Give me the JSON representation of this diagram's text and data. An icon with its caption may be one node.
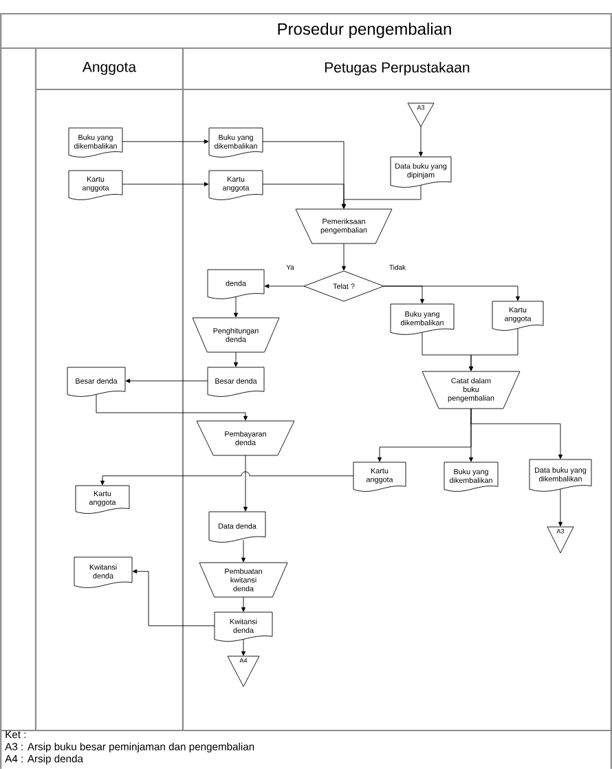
{
  "diagram": {
    "nodes": [
      {
        "text": [
          "Prosedur pengembalian"
        ]
      },
      {
        "text": [
          "Anggota"
        ],
        "in": 0
      },
      {
        "text": [
          "Petugas Perpustakaan"
        ],
        "in": 0
      },
      {
        "text": [
          "A3"
        ],
        "in": 2
      },
      {
        "text": [
          "Buku yang dikembalikan"
        ],
        "in": 1
      },
      {
        "text": [
          "Buku yang dikembalikan"
        ],
        "in": 2
      },
      {
        "text": [
          "Data buku yang dipinjam"
        ],
        "in": 2
      },
      {
        "text": [
          "Kartu anggota"
        ],
        "in": 1
      },
      {
        "text": [
          "Kartu anggota"
        ],
        "in": 2
      },
      {
        "text": [
          "Pemeriksaan pengembalian"
        ],
        "in": 2
      },
      {
        "text": [
          "denda"
        ],
        "in": 2
      },
      {
        "text": [
          "Telat ?"
        ],
        "in": 2
      },
      {
        "text": [
          "Buku yang dikembalikan"
        ],
        "in": 2
      },
      {
        "text": [
          "Kartu anggota"
        ],
        "in": 2
      },
      {
        "text": [
          "Penghitungan denda"
        ],
        "in": 2
      },
      {
        "text": [
          "Besar denda"
        ],
        "in": 1
      },
      {
        "text": [
          "Besar denda"
        ],
        "in": 2
      },
      {
        "text": [
          "Catat dalam buku pengembalian"
        ],
        "in": 2
      },
      {
        "text": [
          "Pembayaran denda"
        ],
        "in": 2
      },
      {
        "text": [
          "Kartu anggota"
        ],
        "in": 2
      },
      {
        "text": [
          "Buku yang dikembalikan"
        ],
        "in": 2
      },
      {
        "text": [
          "Data buku yang dikembalikan"
        ],
        "in": 2
      },
      {
        "text": [
          "Kartu anggota"
        ],
        "in": 1
      },
      {
        "text": [
          "Data denda"
        ],
        "in": 2
      },
      {
        "text": [
          "A3"
        ],
        "in": 2
      },
      {
        "text": [
          "Kwitansi denda"
        ],
        "in": 1
      },
      {
        "text": [
          "Pembuatan kwitansi denda"
        ],
        "in": 2
      },
      {
        "text": [
          "Kwitansi denda"
        ],
        "in": 2
      },
      {
        "text": [
          "A4"
        ],
        "in": 2
      },
      {
        "text": [
          "Ket :",
          "A3 : Arsip buku besar peminjaman dan pengembalian",
          "A4 : Arsip denda"
        ]
      }
    ],
    "edges": [
      {
        "from": 4,
        "to": 5,
        "arrow": "to"
      },
      {
        "from": 7,
        "to": 8,
        "arrow": "to"
      },
      {
        "from": 3,
        "to": 6,
        "arrow": "to"
      },
      {
        "from": 5,
        "to": 9,
        "arrow": "to"
      },
      {
        "from": 8,
        "to": 9,
        "arrow": "to"
      },
      {
        "from": 6,
        "to": 9,
        "arrow": "to"
      },
      {
        "from": 9,
        "to": 11,
        "arrow": "to"
      },
      {
        "from": 11,
        "to": 10,
        "arrow": "to",
        "label": "Ya"
      },
      {
        "from": 11,
        "to": 12,
        "arrow": "to",
        "label": "Tidak"
      },
      {
        "from": 11,
        "to": 13,
        "arrow": "to"
      },
      {
        "from": 10,
        "to": 14,
        "arrow": "to"
      },
      {
        "from": 14,
        "to": 16,
        "arrow": "to"
      },
      {
        "from": 16,
        "to": 15,
        "arrow": "to"
      },
      {
        "from": 15,
        "to": 18,
        "arrow": "to"
      },
      {
        "from": 12,
        "to": 17,
        "arrow": "to"
      },
      {
        "from": 13,
        "to": 17,
        "arrow": "to"
      },
      {
        "from": 17,
        "to": 19,
        "arrow": "to"
      },
      {
        "from": 17,
        "to": 20,
        "arrow": "to"
      },
      {
        "from": 17,
        "to": 21,
        "arrow": "to"
      },
      {
        "from": 18,
        "to": 23,
        "arrow": "to"
      },
      {
        "from": 19,
        "to": 22,
        "arrow": "to"
      },
      {
        "from": 21,
        "to": 24,
        "arrow": "to"
      },
      {
        "from": 23,
        "to": 26,
        "arrow": "to"
      },
      {
        "from": 26,
        "to": 27,
        "arrow": "to"
      },
      {
        "from": 27,
        "to": 25,
        "arrow": "to"
      },
      {
        "from": 27,
        "to": 28,
        "arrow": "to"
      }
    ]
  }
}
